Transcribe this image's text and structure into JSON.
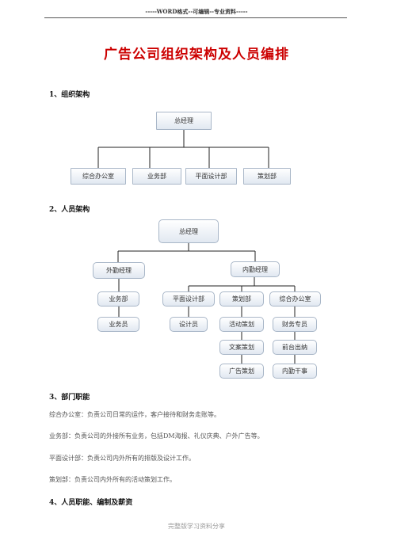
{
  "header": {
    "text": "-----WORD格式--可编辑--专业资料-----"
  },
  "title": "广告公司组织架构及人员编排",
  "sections": {
    "s1": "1、组织架构",
    "s2": "2、人员架构",
    "s3": "3、部门职能",
    "s4": "4、人员职能、编制及薪资"
  },
  "org_chart": {
    "root": "总经理",
    "departments": [
      "综合办公室",
      "业务部",
      "平面设计部",
      "策划部"
    ]
  },
  "staff_chart": {
    "root": "总经理",
    "outer_manager": "外勤经理",
    "inner_manager": "内勤经理",
    "business_dept": "业务部",
    "business_staff": "业务员",
    "design_dept": "平面设计部",
    "designer": "设计员",
    "planning_dept": "策划部",
    "planning_roles": [
      "活动策划",
      "文案策划",
      "广告策划"
    ],
    "office_dept": "综合办公室",
    "office_roles": [
      "财务专员",
      "前台出纳",
      "内勤干事"
    ]
  },
  "functions": [
    "综合办公室：负责公司日常的运作，客户接待和财务走账等。",
    "业务部：负责公司的外接所有业务，包括DM海报、礼仪庆典、户外广告等。",
    "平面设计部：负责公司内外所有的排版及设计工作。",
    "策划部：负责公司内外所有的活动策划工作。"
  ],
  "footer": "完整版学习资料分享"
}
